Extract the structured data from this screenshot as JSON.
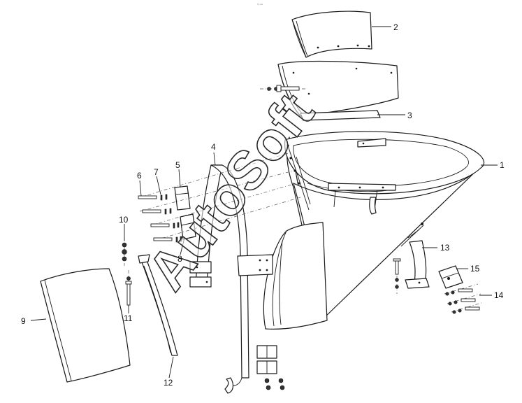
{
  "header_mark": "ᵀᵖ ʷʷ",
  "watermark": "AutoSoft",
  "callouts": [
    {
      "id": "1",
      "label": "1"
    },
    {
      "id": "2",
      "label": "2"
    },
    {
      "id": "3",
      "label": "3"
    },
    {
      "id": "4",
      "label": "4"
    },
    {
      "id": "5",
      "label": "5"
    },
    {
      "id": "6",
      "label": "6"
    },
    {
      "id": "7",
      "label": "7"
    },
    {
      "id": "8",
      "label": "8"
    },
    {
      "id": "9",
      "label": "9"
    },
    {
      "id": "10",
      "label": "10"
    },
    {
      "id": "11",
      "label": "11"
    },
    {
      "id": "12",
      "label": "12"
    },
    {
      "id": "13",
      "label": "13"
    },
    {
      "id": "14",
      "label": "14"
    },
    {
      "id": "15",
      "label": "15"
    }
  ]
}
